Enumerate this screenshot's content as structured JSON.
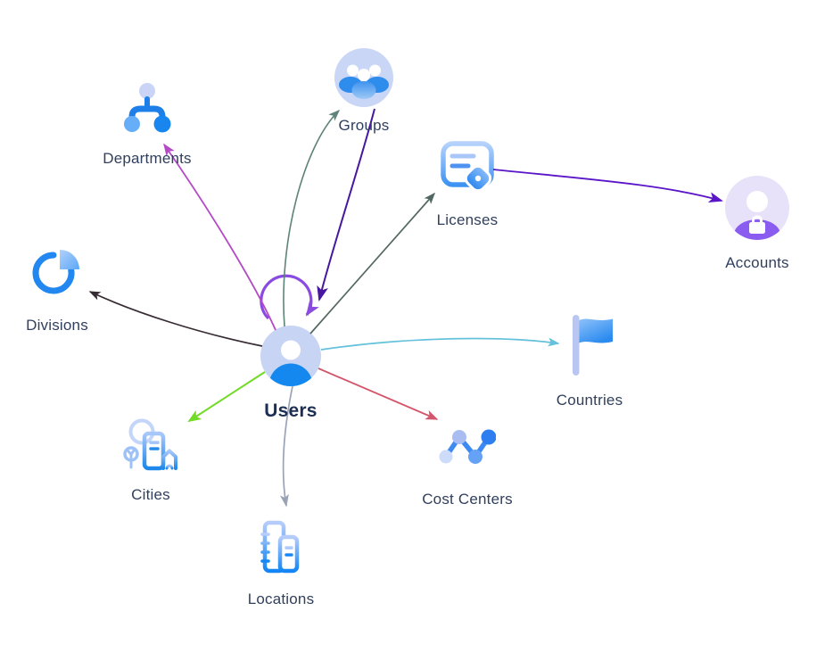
{
  "canvas": {
    "background": "#ffffff"
  },
  "nodes": {
    "users": {
      "label": "Users"
    },
    "departments": {
      "label": "Departments"
    },
    "groups": {
      "label": "Groups"
    },
    "licenses": {
      "label": "Licenses"
    },
    "accounts": {
      "label": "Accounts"
    },
    "divisions": {
      "label": "Divisions"
    },
    "countries": {
      "label": "Countries"
    },
    "cities": {
      "label": "Cities"
    },
    "cost_centers": {
      "label": "Cost Centers"
    },
    "locations": {
      "label": "Locations"
    }
  },
  "edges": {
    "users_self": {
      "from": "Users",
      "to": "Users",
      "color": "#8a4ce0"
    },
    "users_departments": {
      "from": "Users",
      "to": "Departments",
      "color": "#b44ac6"
    },
    "users_groups": {
      "from": "Users",
      "to": "Groups",
      "color": "#5e837a"
    },
    "groups_users": {
      "from": "Groups",
      "to": "Users",
      "color": "#47189f"
    },
    "users_licenses": {
      "from": "Users",
      "to": "Licenses",
      "color": "#526763"
    },
    "licenses_accounts": {
      "from": "Licenses",
      "to": "Accounts",
      "color": "#5a15c8"
    },
    "users_divisions": {
      "from": "Users",
      "to": "Divisions",
      "color": "#372b33"
    },
    "users_countries": {
      "from": "Users",
      "to": "Countries",
      "color": "#63c1dc"
    },
    "users_cities": {
      "from": "Users",
      "to": "Cities",
      "color": "#74da28"
    },
    "users_cost_centers": {
      "from": "Users",
      "to": "Cost Centers",
      "color": "#d4566b"
    },
    "users_locations": {
      "from": "Users",
      "to": "Locations",
      "color": "#9aa2b6"
    }
  }
}
